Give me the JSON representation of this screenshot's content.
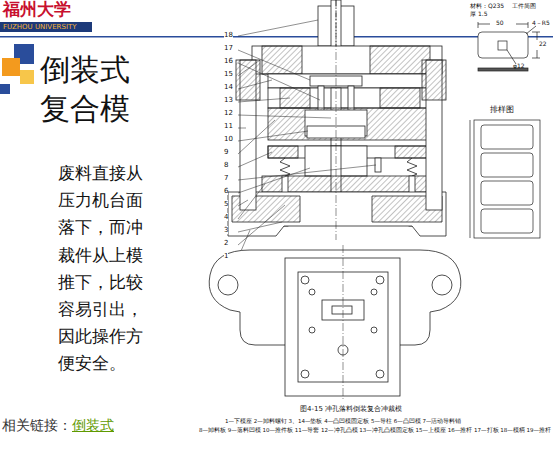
{
  "diagram": {
    "title": "倒装式复合模",
    "caption": "图4-15 冲孔落料倒装复合冲裁模",
    "labels": [
      "福州大学",
      "FUZHOU UNIVERSITY",
      "废料直接从压力机台面落下，而冲裁件从上模推下，比较容易引出，因此操作方便安全。",
      "相关链接：",
      "倒装式",
      "18",
      "17",
      "16",
      "15",
      "14",
      "13",
      "12",
      "11",
      "10",
      "9",
      "8",
      "7",
      "6",
      "5",
      "4",
      "3",
      "2",
      "1",
      "材料：Q235",
      "厚 1.5",
      "工件简图",
      "50",
      "4－R5",
      "22",
      "φ12",
      "排样图",
      "1—下模座 2—卸料螺钉 3、14—垫板 4—凸凹模固定板 5—导柱 6—凸凹模 7—活动导料销",
      "8—卸料板 9—落料凹模 10—推件板 11—导套 12—冲孔凸模 13—冲孔凸模固定板 15—上模座 16—推杆 17—打板 18—模柄 19—推杆"
    ]
  }
}
